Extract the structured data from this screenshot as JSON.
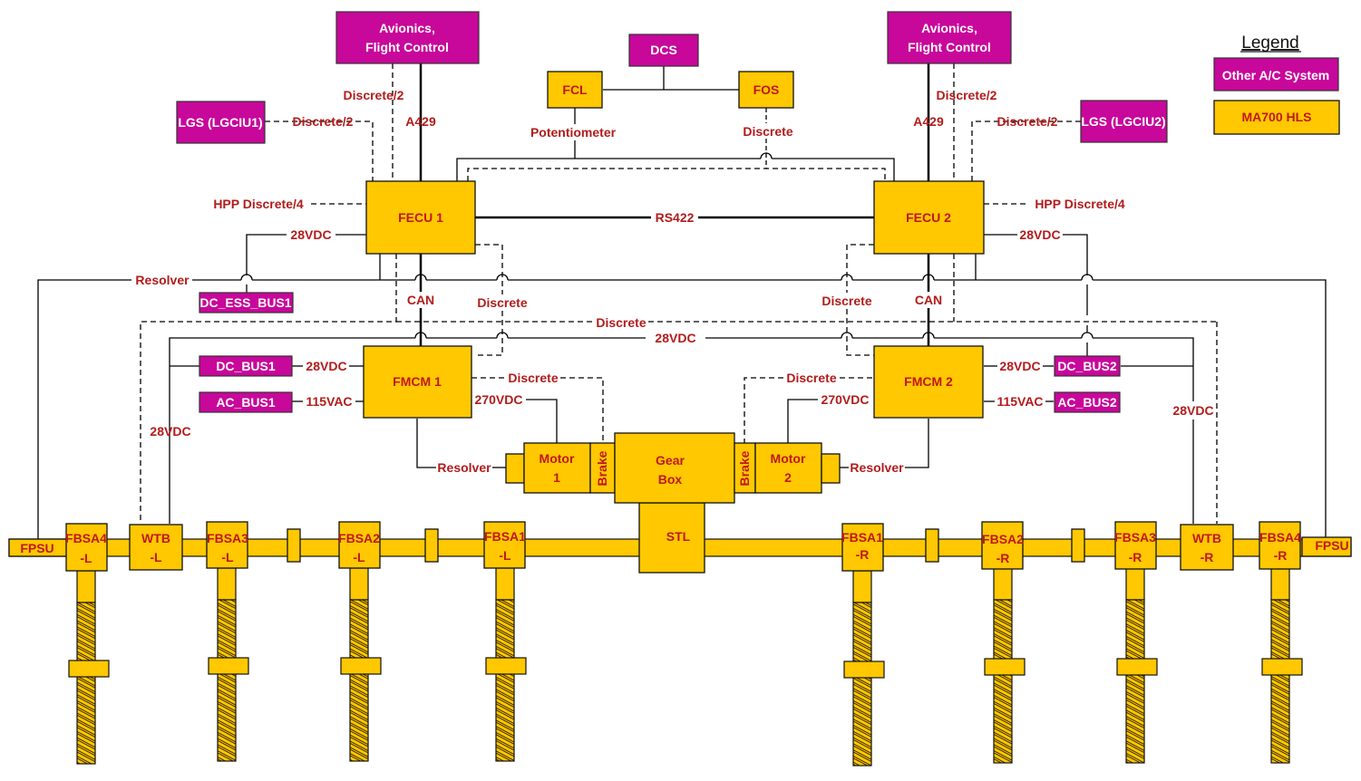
{
  "colors": {
    "other_system": "#c8079b",
    "hls": "#ffc800",
    "label_red": "#b31b1b",
    "line": "#000000"
  },
  "legend": {
    "title": "Legend",
    "other_system": "Other A/C System",
    "hls": "MA700 HLS"
  },
  "systems": {
    "avionics_1": [
      "Avionics,",
      "Flight Control"
    ],
    "avionics_2": [
      "Avionics,",
      "Flight Control"
    ],
    "dcs": "DCS",
    "lgs_1": "LGS (LGCIU1)",
    "lgs_2": "LGS (LGCIU2)",
    "dc_ess_bus1": "DC_ESS_BUS1",
    "dc_bus1": "DC_BUS1",
    "ac_bus1": "AC_BUS1",
    "dc_bus2": "DC_BUS2",
    "ac_bus2": "AC_BUS2"
  },
  "hls": {
    "fcl": "FCL",
    "fos": "FOS",
    "fecu_1": "FECU 1",
    "fecu_2": "FECU 2",
    "fmcm_1": "FMCM 1",
    "fmcm_2": "FMCM 2",
    "motor_1": [
      "Motor",
      "1"
    ],
    "motor_2": [
      "Motor",
      "2"
    ],
    "brake": "Brake",
    "gearbox": [
      "Gear",
      "Box"
    ],
    "stl": "STL",
    "fpsu": "FPSU",
    "fbsa_left": [
      [
        "FBSA4",
        "-L"
      ],
      [
        "FBSA3",
        "-L"
      ],
      [
        "FBSA2",
        "-L"
      ],
      [
        "FBSA1",
        "-L"
      ]
    ],
    "fbsa_right": [
      [
        "FBSA1",
        "-R"
      ],
      [
        "FBSA2",
        "-R"
      ],
      [
        "FBSA3",
        "-R"
      ],
      [
        "FBSA4",
        "-R"
      ]
    ],
    "wtb_left": [
      "WTB",
      "-L"
    ],
    "wtb_right": [
      "WTB",
      "-R"
    ]
  },
  "signals": {
    "discrete_2": "Discrete/2",
    "a429": "A429",
    "potentiometer": "Potentiometer",
    "discrete": "Discrete",
    "hpp_discrete_4": "HPP Discrete/4",
    "vdc28": "28VDC",
    "rs422": "RS422",
    "resolver": "Resolver",
    "can": "CAN",
    "vac115": "115VAC",
    "vdc270": "270VDC"
  }
}
